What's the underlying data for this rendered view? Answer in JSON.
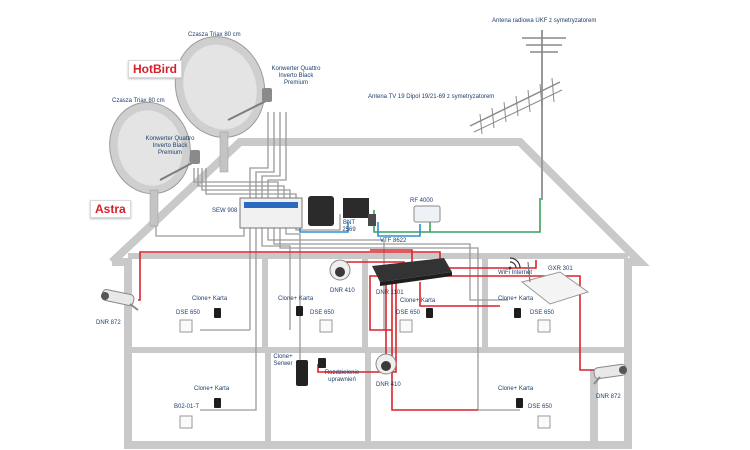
{
  "brands": {
    "hotbird": "HotBird",
    "astra": "Astra"
  },
  "antennas": {
    "ukf": "Antena radiowa UKF z symetryzatorem",
    "tv": "Antena TV 19 Dipol 19/21-69 z symetryzatorem"
  },
  "dishes": {
    "dish_label": "Czasza Triax 80 cm",
    "lnb_label_1": "Konwerter Quattro",
    "lnb_label_2": "Inverto Black",
    "lnb_label_3": "Premium"
  },
  "equipment": {
    "sew": "SEW 908",
    "bnt_1": "BNT",
    "bnt_2": "2569",
    "vtf": "VTF 8622",
    "rf": "RF 4000",
    "dnr1101": "DNR 1101",
    "wifi": "WiFi Internet",
    "gxr": "GXR 301",
    "clone_server_1": "Clone+",
    "clone_server_2": "Serwer",
    "rozdzielenie_1": "Rozdzielenie",
    "rozdzielenie_2": "uprawnień"
  },
  "cameras": {
    "dnr872": "DNR 872",
    "dnr410": "DNR 410"
  },
  "rooms": {
    "clone_karta": "Clone+ Karta",
    "dse650": "DSE 650",
    "b02": "B02-01-T"
  },
  "colors": {
    "red_cable": "#d9242b",
    "green_cable": "#3aa25c",
    "blue_cable": "#2f8fd0",
    "wall": "#c9c9c9",
    "label": "#1f3f6b"
  }
}
